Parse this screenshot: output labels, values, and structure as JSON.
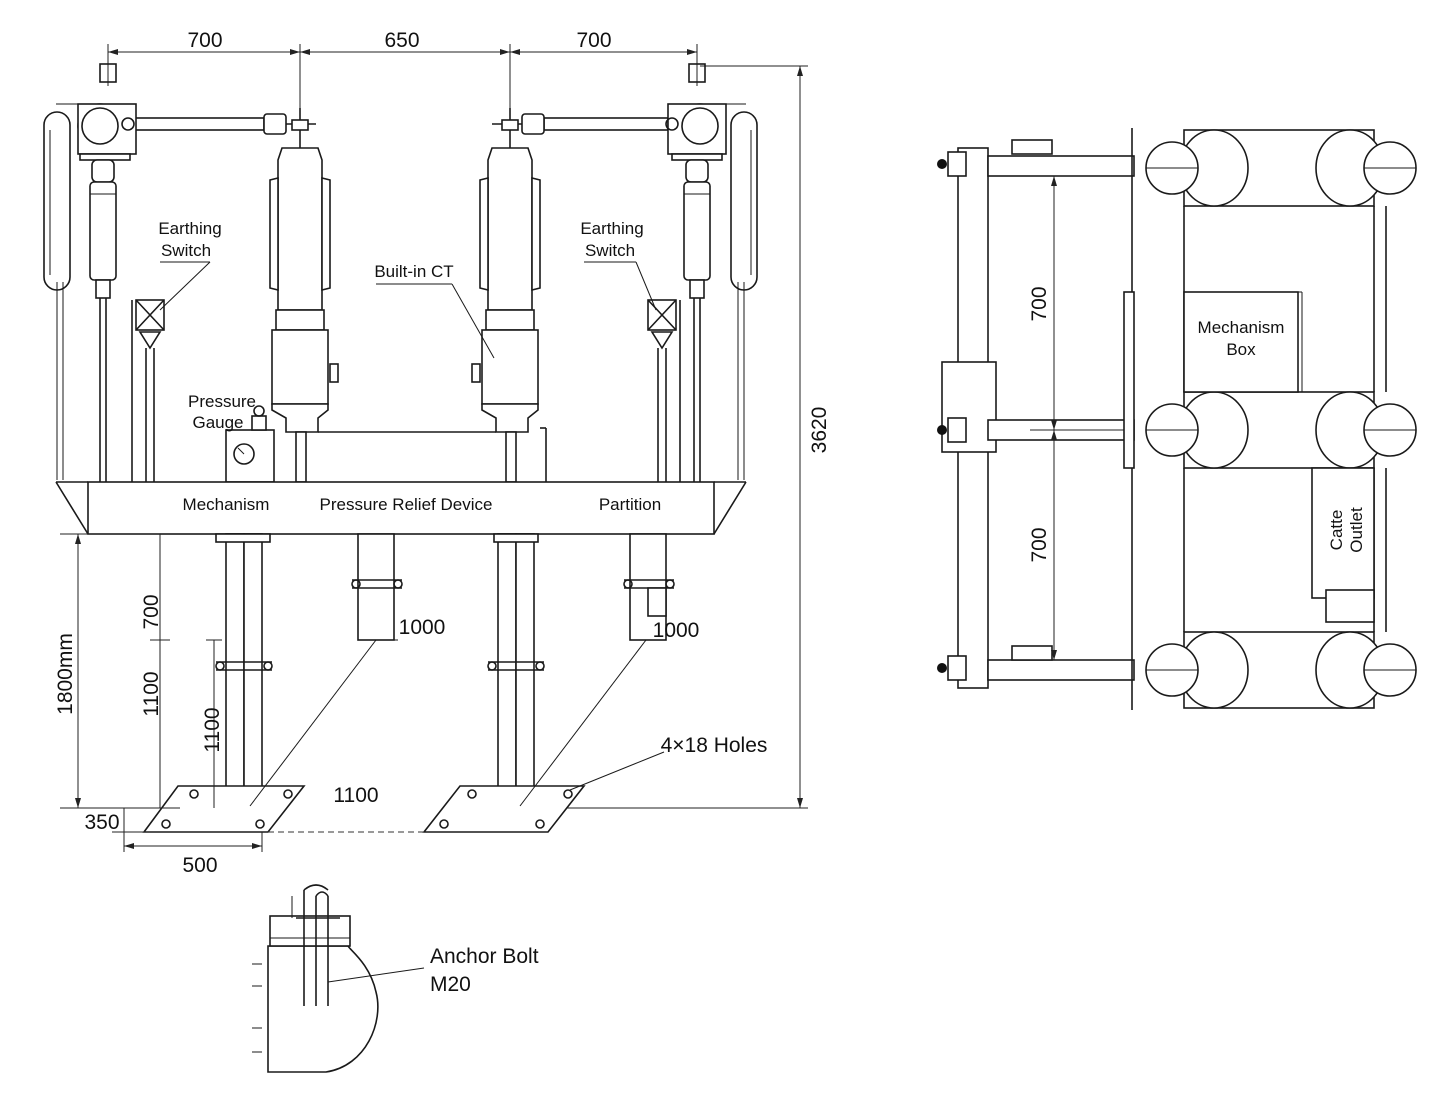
{
  "dimensions": {
    "top_left": "700",
    "top_mid": "650",
    "top_right": "700",
    "height_total": "3620",
    "support_height": "1800mm",
    "leg_upper": "700",
    "leg_lower": "1100",
    "leg_inner": "1100",
    "bay_spacing": "1100",
    "base_height": "350",
    "base_width": "500",
    "side_leg_left": "1000",
    "side_leg_right": "1000",
    "plan_upper": "700",
    "plan_lower": "700"
  },
  "labels": {
    "earthing_switch_left": [
      "Earthing",
      "Switch"
    ],
    "earthing_switch_right": [
      "Earthing",
      "Switch"
    ],
    "built_in_ct": "Built-in CT",
    "pressure_gauge": [
      "Pressure",
      "Gauge"
    ],
    "mechanism": "Mechanism",
    "pressure_relief": "Pressure Relief Device",
    "partition": "Partition",
    "holes": "4×18 Holes",
    "anchor_bolt": [
      "Anchor Bolt",
      "M20"
    ],
    "mechanism_box": [
      "Mechanism",
      "Box"
    ],
    "cable_outlet": [
      "Catte",
      "Outlet"
    ]
  }
}
